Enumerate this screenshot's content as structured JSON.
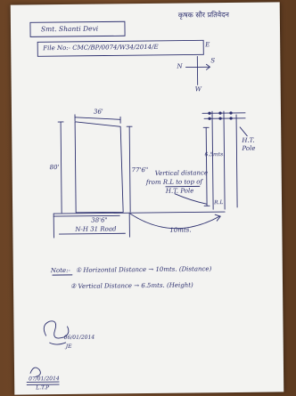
{
  "header": {
    "hindi_title": "कृषक सौर प्रतिवेदन",
    "owner_name": "Smt. Shanti Devi",
    "file_no": "File No:- CMC/BP/0074/W34/2014/E"
  },
  "compass": {
    "north": "N",
    "east": "E",
    "south": "S",
    "west": "W"
  },
  "sketch": {
    "width_top": "36'",
    "height_left": "80'",
    "height_right": "77'6\"",
    "width_bottom": "38'6\"",
    "road_label": "N-H 31 Road",
    "vertical_note_line1": "Vertical distance",
    "vertical_note_line2": "from R.L to top of",
    "vertical_note_line3": "H.T. Pole",
    "pole_height": "6.5mts.",
    "pole_label_line1": "H.T.",
    "pole_label_line2": "Pole",
    "horizontal_distance": "10mts.",
    "rl_label": "R.L"
  },
  "notes": {
    "heading": "Note:-",
    "item1": "① Horizontal Distance → 10mts. (Distance)",
    "item2": "② Vertical Distance → 6.5mts. (Height)"
  },
  "signatures": {
    "sig1_date": "06/01/2014",
    "sig1_initials": "JE",
    "sig2_date": "07/01/2014",
    "sig2_initials": "L.T.P"
  },
  "colors": {
    "ink": "#2c2f6e",
    "paper": "#f3f3f1",
    "table": "#6b4426"
  }
}
